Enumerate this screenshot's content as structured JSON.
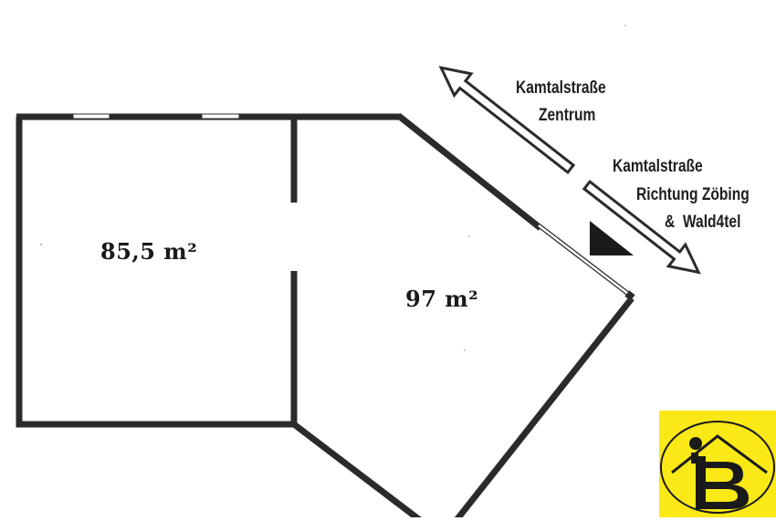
{
  "floor_plan": {
    "rooms": [
      {
        "id": "left-room",
        "area_label": "85,5 m²"
      },
      {
        "id": "right-room",
        "area_label": "97 m²"
      }
    ],
    "streets": [
      {
        "id": "to-center",
        "line1": "Kamtalstraße",
        "line2": "Zentrum",
        "arrow_direction": "up-left"
      },
      {
        "id": "to-zoebing",
        "line1": "Kamtalstraße",
        "line2": "Richtung Zöbing",
        "line3": "&  Wald4tel",
        "arrow_direction": "down-right"
      }
    ],
    "entrance_marker": "entrance-triangle"
  },
  "logo": {
    "letters": "iB",
    "background_color": "#fbe917",
    "ink_color": "#1a1a1a"
  },
  "colors": {
    "wall": "#2b2b2b",
    "background": "#ffffff"
  }
}
